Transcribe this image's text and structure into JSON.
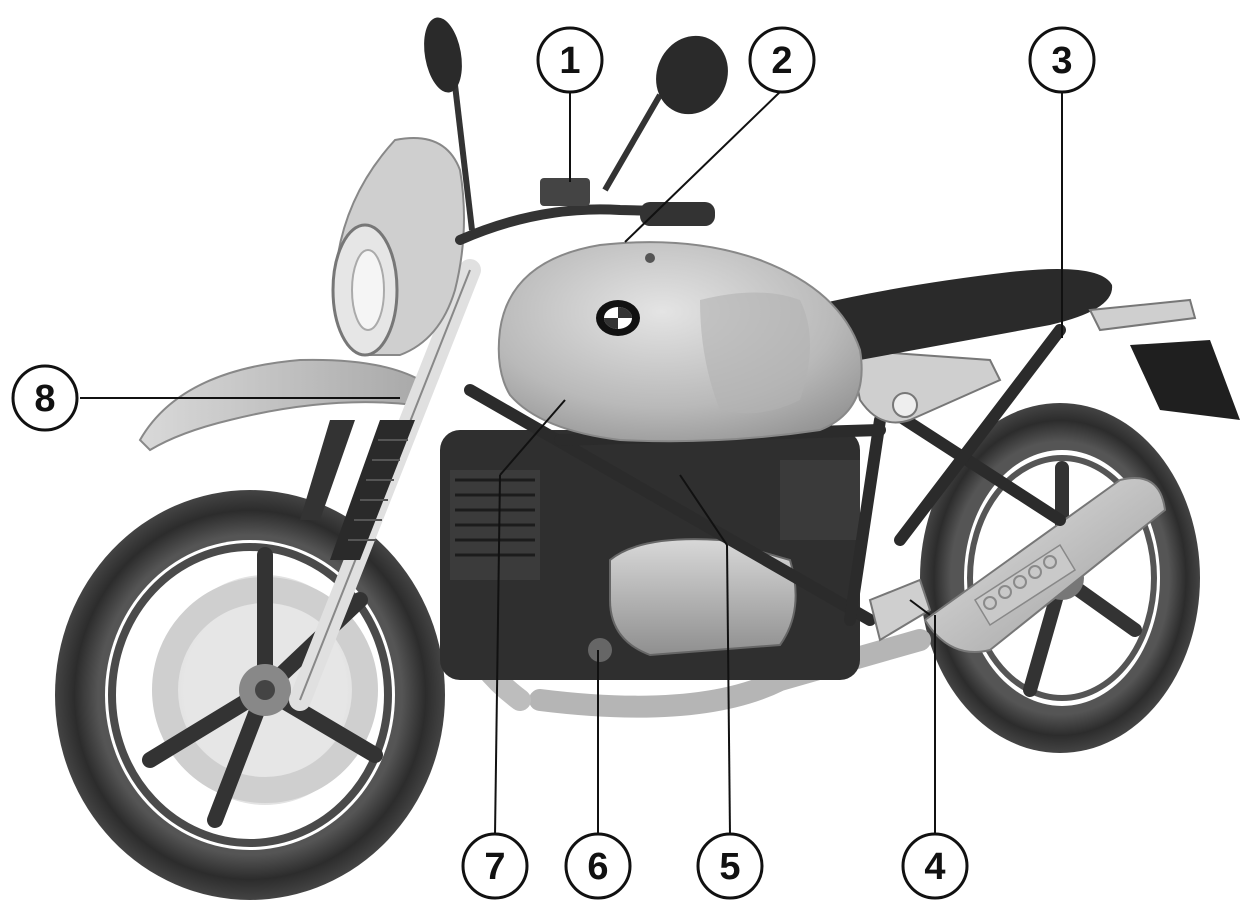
{
  "diagram": {
    "subject": "motorcycle",
    "brand_logo": "BMW roundel",
    "colors": {
      "ink": "#111111",
      "tank": "#bdbdbd",
      "frame": "#2b2b2b",
      "tire": "#3a3a3a",
      "seat": "#2a2a2a",
      "disc": "#c8c8c8"
    },
    "callouts": [
      {
        "id": "1",
        "label": "1"
      },
      {
        "id": "2",
        "label": "2"
      },
      {
        "id": "3",
        "label": "3"
      },
      {
        "id": "4",
        "label": "4"
      },
      {
        "id": "5",
        "label": "5"
      },
      {
        "id": "6",
        "label": "6"
      },
      {
        "id": "7",
        "label": "7"
      },
      {
        "id": "8",
        "label": "8"
      }
    ]
  }
}
